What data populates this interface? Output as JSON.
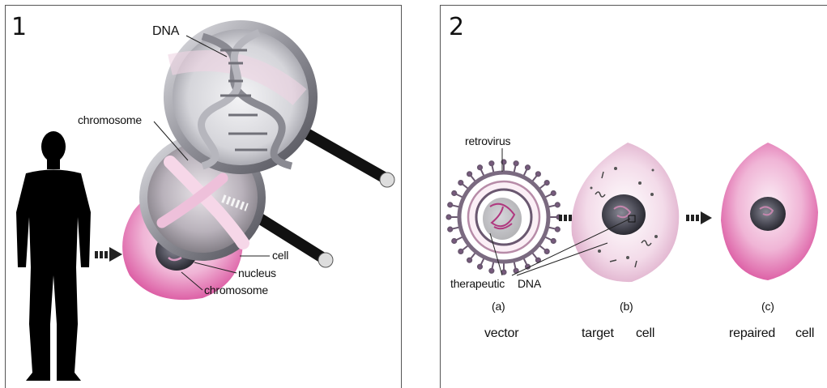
{
  "panel1": {
    "number": "1",
    "labels": {
      "dna": "DNA",
      "chromosome_top": "chromosome",
      "cell": "cell",
      "nucleus": "nucleus",
      "chromosome_bottom": "chromosome"
    }
  },
  "panel2": {
    "number": "2",
    "labels": {
      "retrovirus": "retrovirus",
      "therapeutic": "therapeutic",
      "dna": "DNA",
      "a": "(a)",
      "b": "(b)",
      "c": "(c)",
      "vector": "vector",
      "target": "target",
      "target_cell": "cell",
      "repaired": "repaired",
      "repaired_cell": "cell"
    }
  },
  "colors": {
    "cell_pink": "#e070b0",
    "cell_light": "#f3d2e6",
    "nucleus_dark": "#3a3a44",
    "magnifier_gray": "#9a9aa2",
    "handle": "#111111",
    "silhouette": "#000000"
  },
  "icons": [
    "human-silhouette-icon",
    "magnifier-icon",
    "arrow-right-icon",
    "dna-helix-icon"
  ]
}
